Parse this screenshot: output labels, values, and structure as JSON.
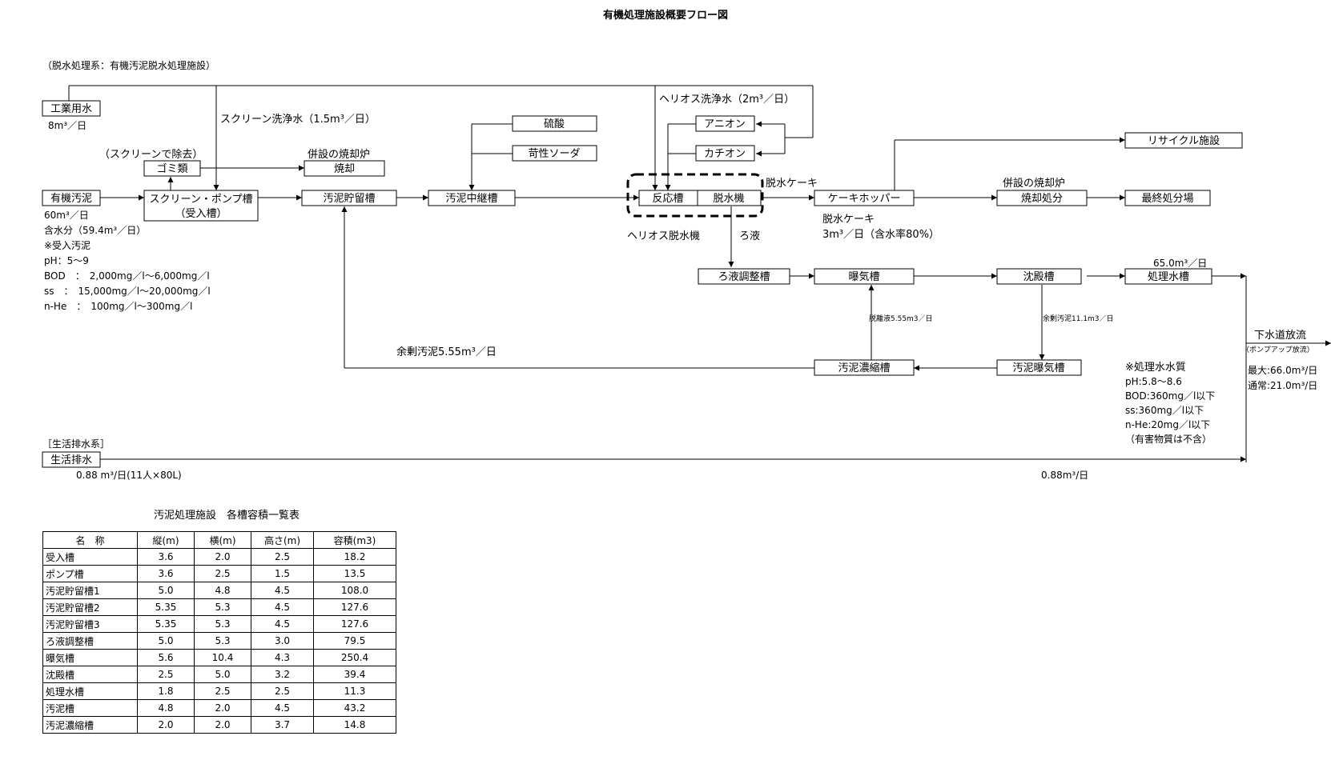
{
  "title": "有機処理施設概要フロー図",
  "section_dewatering": "（脱水処理系：有機汚泥脱水処理施設）",
  "section_domestic": "［生活排水系］",
  "nodes": {
    "industrial_water": "工業用水",
    "organic_sludge": "有機汚泥",
    "garbage": "ゴミ類",
    "screen_pump": "スクリーン・ポンプ槽",
    "screen_pump_sub": "（受入槽）",
    "incinerator1": "焼却",
    "storage": "汚泥貯留槽",
    "relay": "汚泥中継槽",
    "sulfuric": "硫酸",
    "caustic": "苛性ソーダ",
    "anion": "アニオン",
    "cation": "カチオン",
    "reaction": "反応槽",
    "dehydrator": "脱水機",
    "cake_hopper": "ケーキホッパー",
    "recycle": "リサイクル施設",
    "incineration": "焼却処分",
    "landfill": "最終処分場",
    "filtrate_tank": "ろ液調整槽",
    "aeration": "曝気槽",
    "settling": "沈殿槽",
    "treated_tank": "処理水槽",
    "thickener": "汚泥濃縮槽",
    "sludge_aeration": "汚泥曝気槽",
    "domestic": "生活排水"
  },
  "labels": {
    "industrial_flow": "8m³／日",
    "screen_wash": "スクリーン洗浄水（1.5m³／日）",
    "helios_wash": "ヘリオス洗浄水（2m³／日）",
    "screen_removal": "（スクリーンで除去）",
    "incinerator_label1": "併設の焼却炉",
    "incinerator_label2": "併設の焼却炉",
    "cake1": "脱水ケーキ",
    "cake2": "脱水ケーキ",
    "cake_flow": "3m³／日（含水率80%）",
    "helios_machine": "ヘリオス脱水機",
    "filtrate": "ろ液",
    "treated_flow": "65.0m³／日",
    "desorption": "脱離液5.55m3／日",
    "excess1": "余剰汚泥11.1m3／日",
    "excess2": "余剰汚泥5.55m³／日",
    "sewer": "下水道放流",
    "pumpup": "（ポンプアップ放流）",
    "max": "最大:66.0m³/日",
    "normal": "通常:21.0m³/日",
    "domestic_flow1": "0.88 m³/日(11人×80L)",
    "domestic_flow2": "0.88m³/日"
  },
  "sludge_info": [
    "60m³／日",
    "含水分（59.4m³／日）",
    "※受入汚泥",
    "pH：5～9",
    "BOD　：　2,000mg／l～6,000mg／l",
    "ss　：　15,000mg／l～20,000mg／l",
    "n-He　：　100mg／l～300mg／l"
  ],
  "water_quality": [
    "※処理水水質",
    "pH:5.8～8.6",
    "BOD:360mg／l以下",
    "ss:360mg／l以下",
    "n-He:20mg／l以下",
    "（有害物質は不含）"
  ],
  "table": {
    "caption": "汚泥処理施設　各槽容積一覧表",
    "headers": [
      "名　称",
      "縦(m)",
      "横(m)",
      "高さ(m)",
      "容積(m3)"
    ],
    "rows": [
      [
        "受入槽",
        "3.6",
        "2.0",
        "2.5",
        "18.2"
      ],
      [
        "ポンプ槽",
        "3.6",
        "2.5",
        "1.5",
        "13.5"
      ],
      [
        "汚泥貯留槽1",
        "5.0",
        "4.8",
        "4.5",
        "108.0"
      ],
      [
        "汚泥貯留槽2",
        "5.35",
        "5.3",
        "4.5",
        "127.6"
      ],
      [
        "汚泥貯留槽3",
        "5.35",
        "5.3",
        "4.5",
        "127.6"
      ],
      [
        "ろ液調整槽",
        "5.0",
        "5.3",
        "3.0",
        "79.5"
      ],
      [
        "曝気槽",
        "5.6",
        "10.4",
        "4.3",
        "250.4"
      ],
      [
        "沈殿槽",
        "2.5",
        "5.0",
        "3.2",
        "39.4"
      ],
      [
        "処理水槽",
        "1.8",
        "2.5",
        "2.5",
        "11.3"
      ],
      [
        "汚泥槽",
        "4.8",
        "2.0",
        "4.5",
        "43.2"
      ],
      [
        "汚泥濃縮槽",
        "2.0",
        "2.0",
        "3.7",
        "14.8"
      ]
    ]
  }
}
